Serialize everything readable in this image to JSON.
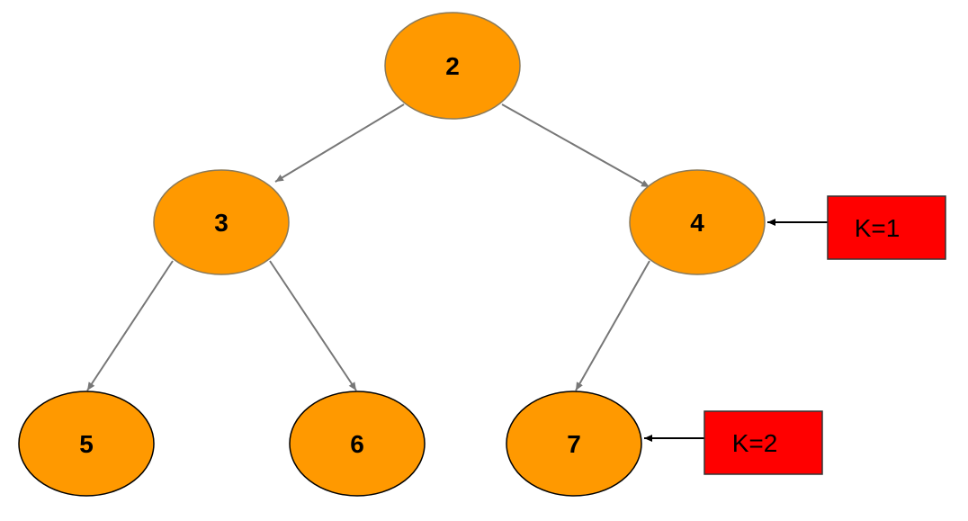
{
  "colors": {
    "node_fill": "#FF9900",
    "node_stroke_light": "#8a7a5a",
    "node_stroke_dark": "#000000",
    "edge": "#777777",
    "pointer": "#000000",
    "box_fill": "#FF0000",
    "box_stroke": "#333333"
  },
  "nodes": [
    {
      "id": "n2",
      "label": "2"
    },
    {
      "id": "n3",
      "label": "3"
    },
    {
      "id": "n4",
      "label": "4"
    },
    {
      "id": "n5",
      "label": "5"
    },
    {
      "id": "n6",
      "label": "6"
    },
    {
      "id": "n7",
      "label": "7"
    }
  ],
  "edges": [
    {
      "from": "n2",
      "to": "n3"
    },
    {
      "from": "n2",
      "to": "n4"
    },
    {
      "from": "n3",
      "to": "n5"
    },
    {
      "from": "n3",
      "to": "n6"
    },
    {
      "from": "n4",
      "to": "n7"
    }
  ],
  "markers": [
    {
      "id": "k1",
      "label": "K=1",
      "points_to": "n4"
    },
    {
      "id": "k2",
      "label": "K=2",
      "points_to": "n7"
    }
  ]
}
